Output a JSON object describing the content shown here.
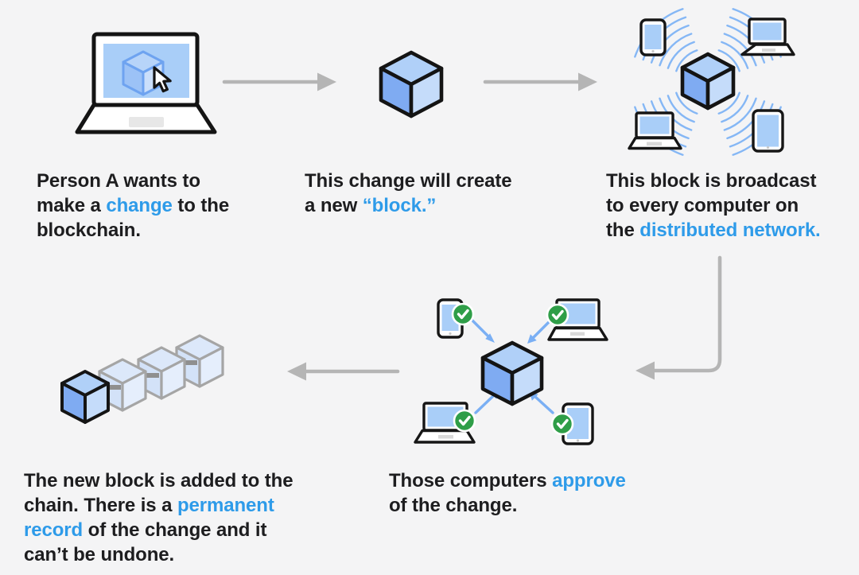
{
  "colors": {
    "background": "#F4F4F5",
    "text": "#1D1D1F",
    "accent": "#2E9BE9",
    "screen": "#A9CEF8",
    "cube_top": "#B0D0F8",
    "cube_left": "#7FABF2",
    "cube_right": "#C5DCFA",
    "ghost_top": "#DCE8FA",
    "ghost_left": "#D3E2F8",
    "ghost_right": "#E5EEFC",
    "arrow_gray": "#B5B5B5",
    "wave": "#85B7F5",
    "blue_arrow": "#7AAFF4",
    "green": "#2F9E48",
    "chain_gray": "#A5A5A5"
  },
  "steps": [
    {
      "id": "change",
      "icon": "laptop-with-block-and-cursor-icon",
      "caption_segments": [
        {
          "t": "Person A wants to\nmake a "
        },
        {
          "t": "change",
          "accent": true
        },
        {
          "t": " to the\nblockchain."
        }
      ]
    },
    {
      "id": "block",
      "icon": "block-cube-icon",
      "caption_segments": [
        {
          "t": "This change will create\na new "
        },
        {
          "t": "“block.”",
          "accent": true
        }
      ]
    },
    {
      "id": "broadcast",
      "icon": "broadcast-network-icon",
      "caption_segments": [
        {
          "t": "This block is broadcast\nto every computer on\nthe "
        },
        {
          "t": "distributed network.",
          "accent": true
        }
      ]
    },
    {
      "id": "approve",
      "icon": "approval-network-icon",
      "caption_segments": [
        {
          "t": "Those computers "
        },
        {
          "t": "approve",
          "accent": true
        },
        {
          "t": "\nof the change."
        }
      ]
    },
    {
      "id": "chain",
      "icon": "blockchain-chain-icon",
      "caption_segments": [
        {
          "t": "The new block is added to the\nchain. There is a "
        },
        {
          "t": "permanent\nrecord",
          "accent": true
        },
        {
          "t": " of the change and it\ncan’t be undone."
        }
      ]
    }
  ]
}
